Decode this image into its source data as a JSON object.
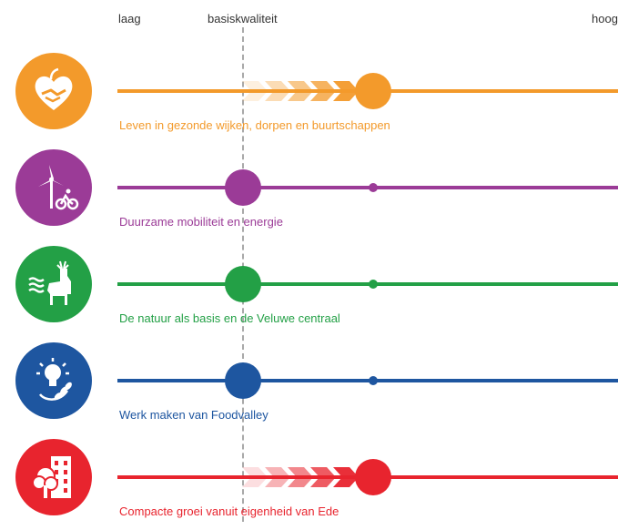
{
  "scale": {
    "low_label": "laag",
    "baseline_label": "basiskwaliteit",
    "high_label": "hoog"
  },
  "themes": [
    {
      "label": "Leven in gezonde wijken, dorpen en buurtschappen",
      "color": "#f39a2b",
      "icon": "heart-apple-handshake-icon",
      "current_level": "basiskwaliteit",
      "ambition_level": "above basiskwaliteit",
      "has_growth_arrows": true
    },
    {
      "label": "Duurzame mobiliteit en energie",
      "color": "#9b3b97",
      "icon": "wind-turbine-cyclist-icon",
      "current_level": "basiskwaliteit",
      "ambition_level": "above basiskwaliteit",
      "has_growth_arrows": false
    },
    {
      "label": "De natuur als basis en de Veluwe centraal",
      "color": "#23a046",
      "icon": "deer-water-icon",
      "current_level": "basiskwaliteit",
      "ambition_level": "above basiskwaliteit",
      "has_growth_arrows": false
    },
    {
      "label": "Werk maken van Foodvalley",
      "color": "#1e56a0",
      "icon": "lightbulb-wheat-icon",
      "current_level": "basiskwaliteit",
      "ambition_level": "above basiskwaliteit",
      "has_growth_arrows": false
    },
    {
      "label": "Compacte groei vanuit eigenheid van Ede",
      "color": "#e8242e",
      "icon": "building-tree-icon",
      "current_level": "basiskwaliteit",
      "ambition_level": "above basiskwaliteit",
      "has_growth_arrows": true
    }
  ]
}
